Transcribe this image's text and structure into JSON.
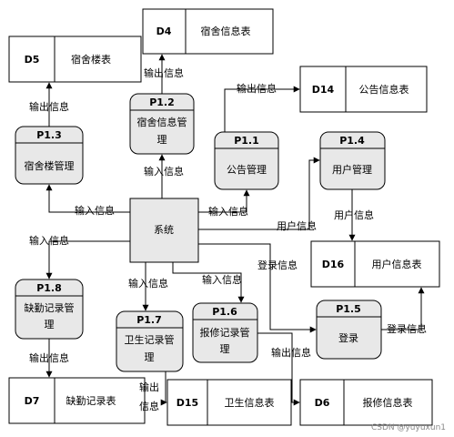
{
  "nodes": {
    "d4": {
      "id": "D4",
      "name": "宿舍信息表"
    },
    "d5": {
      "id": "D5",
      "name": "宿舍楼表"
    },
    "d14": {
      "id": "D14",
      "name": "公告信息表"
    },
    "d16": {
      "id": "D16",
      "name": "用户信息表"
    },
    "d7": {
      "id": "D7",
      "name": "缺勤记录表"
    },
    "d15": {
      "id": "D15",
      "name": "卫生信息表"
    },
    "d6": {
      "id": "D6",
      "name": "报修信息表"
    },
    "p12": {
      "id": "P1.2",
      "line1": "宿舍信息管",
      "line2": "理"
    },
    "p13": {
      "id": "P1.3",
      "line1": "宿舍楼管理"
    },
    "p11": {
      "id": "P1.1",
      "line1": "公告管理"
    },
    "p14": {
      "id": "P1.4",
      "line1": "用户管理"
    },
    "p18": {
      "id": "P1.8",
      "line1": "缺勤记录管",
      "line2": "理"
    },
    "p17": {
      "id": "P1.7",
      "line1": "卫生记录管",
      "line2": "理"
    },
    "p16": {
      "id": "P1.6",
      "line1": "报修记录管",
      "line2": "理"
    },
    "p15": {
      "id": "P1.5",
      "line1": "登录"
    },
    "system": {
      "name": "系统"
    }
  },
  "flows": {
    "out_d4": "输出信息",
    "out_d5": "输出信息",
    "in_p12": "输入信息",
    "in_p13": "输入信息",
    "out_d14": "输出信息",
    "in_p11": "输入信息",
    "user_info": "用户信息",
    "in_p18": "输入信息",
    "user_info_d16": "用户信息",
    "login_info": "登录信息",
    "in_p17": "输入信息",
    "in_p16": "输入信息",
    "out_d7": "输出信息",
    "login_info_2": "登录信息",
    "out_d6": "输出信息",
    "out_d15_a": "输出",
    "out_d15_b": "信息"
  },
  "watermark": "CSDN @yuyuxun1"
}
